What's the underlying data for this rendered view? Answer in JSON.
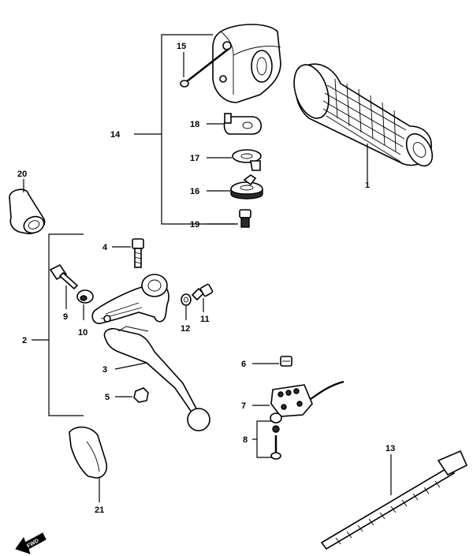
{
  "labels": {
    "p1": "1",
    "p2": "2",
    "p3": "3",
    "p4": "4",
    "p5": "5",
    "p6": "6",
    "p7": "7",
    "p8": "8",
    "p9": "9",
    "p10": "10",
    "p11": "11",
    "p12": "12",
    "p13": "13",
    "p14": "14",
    "p15": "15",
    "p16": "16",
    "p17": "17",
    "p18": "18",
    "p19": "19",
    "p20": "20",
    "p21": "21"
  },
  "fwd": "FWD"
}
